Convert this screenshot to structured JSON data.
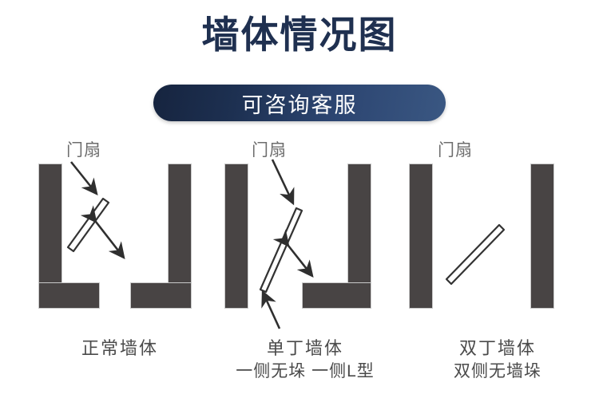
{
  "page": {
    "title": "墙体情况图",
    "title_color": "#1f3050",
    "background_color": "#ffffff"
  },
  "banner": {
    "label": "可咨询客服",
    "gradient_from": "#16243f",
    "gradient_to": "#3a5782",
    "text_color": "#ffffff"
  },
  "wall_color": "#484444",
  "door_leaf_color": "#ffffff",
  "annotation_color": "#333333",
  "diagrams": [
    {
      "id": "diagram-1",
      "door_label": "门扇",
      "wall_shape_left": "L-shape (vertical with foot to the right)",
      "wall_shape_right": "L-shape mirrored (vertical with foot to the left)",
      "has_door_arrow": true,
      "has_swing_arrow": true,
      "has_caption_arrow": false
    },
    {
      "id": "diagram-2",
      "door_label": "门扇",
      "wall_shape_left": "straight vertical bar (no pier)",
      "wall_shape_right": "L-shape mirrored (vertical with foot to the left)",
      "has_door_arrow": true,
      "has_swing_arrow": true,
      "has_caption_arrow": true
    },
    {
      "id": "diagram-3",
      "door_label": "门扇",
      "wall_shape_left": "straight vertical bar (no pier)",
      "wall_shape_right": "straight vertical bar (no pier)",
      "has_door_arrow": false,
      "has_swing_arrow": false,
      "has_caption_arrow": false
    }
  ],
  "captions": [
    {
      "main": "正常墙体",
      "sub": ""
    },
    {
      "main": "单丁墙体",
      "sub": "一侧无垛 一侧L型"
    },
    {
      "main": "双丁墙体",
      "sub": "双侧无墙垛"
    }
  ]
}
